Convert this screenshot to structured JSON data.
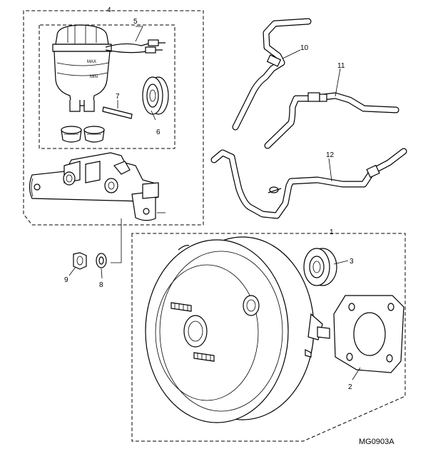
{
  "figure": {
    "code": "MG0903A",
    "callouts": [
      "1",
      "2",
      "3",
      "4",
      "5",
      "6",
      "7",
      "8",
      "9",
      "10",
      "11",
      "12"
    ],
    "reservoir_marks": {
      "max": "MAX",
      "min": "MIN"
    }
  }
}
